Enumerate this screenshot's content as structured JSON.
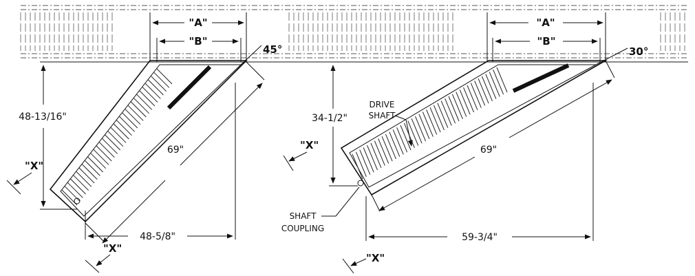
{
  "left": {
    "angle": "45°",
    "dim_a": "\"A\"",
    "dim_b": "\"B\"",
    "height": "48-13/16\"",
    "length": "69\"",
    "width": "48-5/8\"",
    "x_left": "\"X\"",
    "x_bottom": "\"X\""
  },
  "right": {
    "angle": "30°",
    "dim_a": "\"A\"",
    "dim_b": "\"B\"",
    "height": "34-1/2\"",
    "length": "69\"",
    "width": "59-3/4\"",
    "x_left": "\"X\"",
    "x_bottom": "\"X\"",
    "drive_shaft_line1": "DRIVE",
    "drive_shaft_line2": "SHAFT",
    "coupling_line1": "SHAFT",
    "coupling_line2": "COUPLING"
  }
}
